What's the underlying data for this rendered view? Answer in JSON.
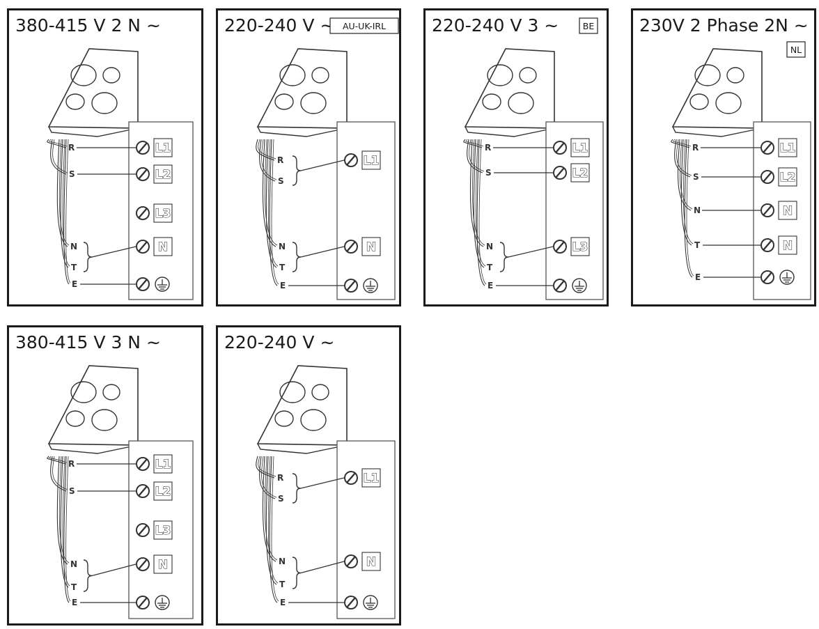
{
  "panels": [
    {
      "title": "380-415 V 2 N ~",
      "badge": "",
      "wires": [
        {
          "letter": "R",
          "terminal": "L1"
        },
        {
          "letter": "S",
          "terminal": "L2"
        },
        {
          "letter": "",
          "terminal": "L3"
        },
        {
          "letter": "N",
          "terminal": "N"
        },
        {
          "letter": "T",
          "terminal": ""
        },
        {
          "letter": "E",
          "terminal": "earth"
        }
      ]
    },
    {
      "title": "220-240 V ~",
      "badge": "AU-UK-IRL",
      "wires": [
        {
          "letter": "R",
          "terminal": "L1"
        },
        {
          "letter": "S",
          "terminal": ""
        },
        {
          "letter": "N",
          "terminal": "N"
        },
        {
          "letter": "T",
          "terminal": ""
        },
        {
          "letter": "E",
          "terminal": "earth"
        }
      ]
    },
    {
      "title": "220-240 V 3 ~",
      "badge": "BE",
      "wires": [
        {
          "letter": "R",
          "terminal": "L1"
        },
        {
          "letter": "S",
          "terminal": "L2"
        },
        {
          "letter": "N",
          "terminal": "L3"
        },
        {
          "letter": "T",
          "terminal": ""
        },
        {
          "letter": "E",
          "terminal": "earth"
        }
      ]
    },
    {
      "title": "230V 2 Phase 2N ~",
      "badge": "NL",
      "wires": [
        {
          "letter": "R",
          "terminal": "L1"
        },
        {
          "letter": "S",
          "terminal": "L2"
        },
        {
          "letter": "N",
          "terminal": "N"
        },
        {
          "letter": "T",
          "terminal": "N"
        },
        {
          "letter": "E",
          "terminal": "earth"
        }
      ]
    },
    {
      "title": "380-415 V 3 N ~",
      "badge": "",
      "wires": [
        {
          "letter": "R",
          "terminal": "L1"
        },
        {
          "letter": "S",
          "terminal": "L2"
        },
        {
          "letter": "",
          "terminal": "L3"
        },
        {
          "letter": "N",
          "terminal": "N"
        },
        {
          "letter": "T",
          "terminal": ""
        },
        {
          "letter": "E",
          "terminal": "earth"
        }
      ]
    },
    {
      "title": "220-240 V ~",
      "badge": "",
      "wires": [
        {
          "letter": "R",
          "terminal": "L1"
        },
        {
          "letter": "S",
          "terminal": ""
        },
        {
          "letter": "N",
          "terminal": "N"
        },
        {
          "letter": "T",
          "terminal": ""
        },
        {
          "letter": "E",
          "terminal": "earth"
        }
      ]
    }
  ],
  "colors": {
    "frame": "#1a1a1a",
    "line": "#333333",
    "terminal_block": "#555555"
  }
}
